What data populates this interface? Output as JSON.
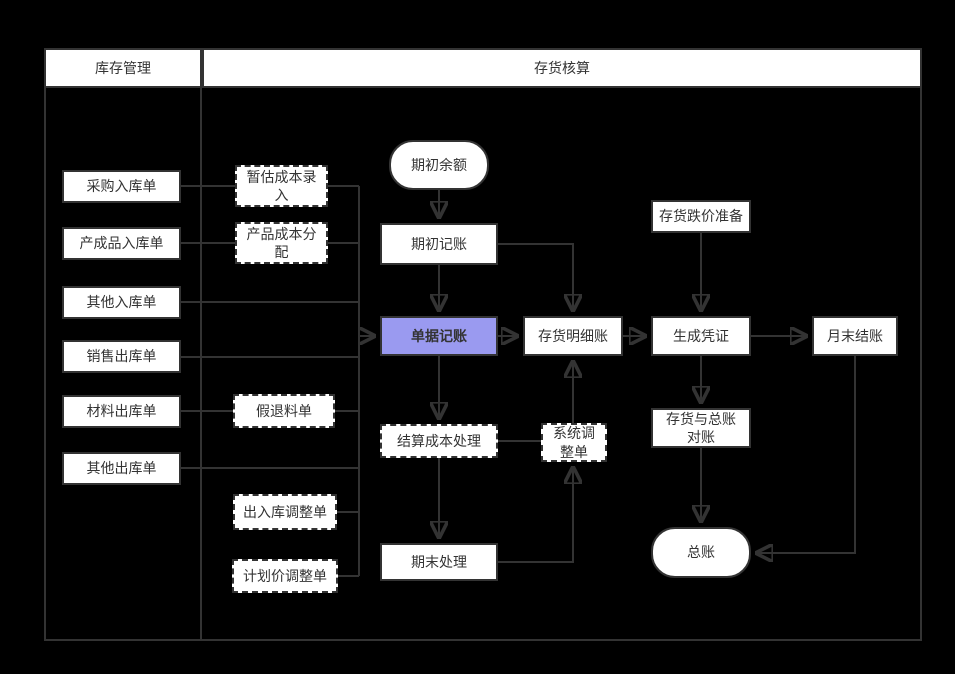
{
  "lanes": {
    "left_label": "库存管理",
    "right_label": "存货核算"
  },
  "nodes": {
    "purchase_in": "采购入库单",
    "finished_goods_in": "产成品入库单",
    "other_in": "其他入库单",
    "sales_out": "销售出库单",
    "material_out": "材料出库单",
    "other_out": "其他出库单",
    "estimated_cost_entry": "暂估成本录\n入",
    "product_cost_allocation": "产品成本分\n配",
    "pseudo_return_note": "假退料单",
    "inout_adjustment_note": "出入库调整单",
    "planned_price_adjustment_note": "计划价调整单",
    "beginning_balance": "期初余额",
    "beginning_bookkeeping": "期初记账",
    "document_bookkeeping": "单据记账",
    "inventory_detail_ledger": "存货明细账",
    "inventory_price_provision": "存货跌价准备",
    "generate_voucher": "生成凭证",
    "month_end_closing": "月末结账",
    "settlement_cost_processing": "结算成本处理",
    "system_adjustment_note": "系统调\n整单",
    "inventory_gl_reconciliation": "存货与总账\n对账",
    "period_end_processing": "期末处理",
    "general_ledger": "总账"
  },
  "colors": {
    "background": "#000000",
    "line": "#333333",
    "node_fill": "#ffffff",
    "highlight_fill": "#9a9af0",
    "text": "#333333"
  }
}
